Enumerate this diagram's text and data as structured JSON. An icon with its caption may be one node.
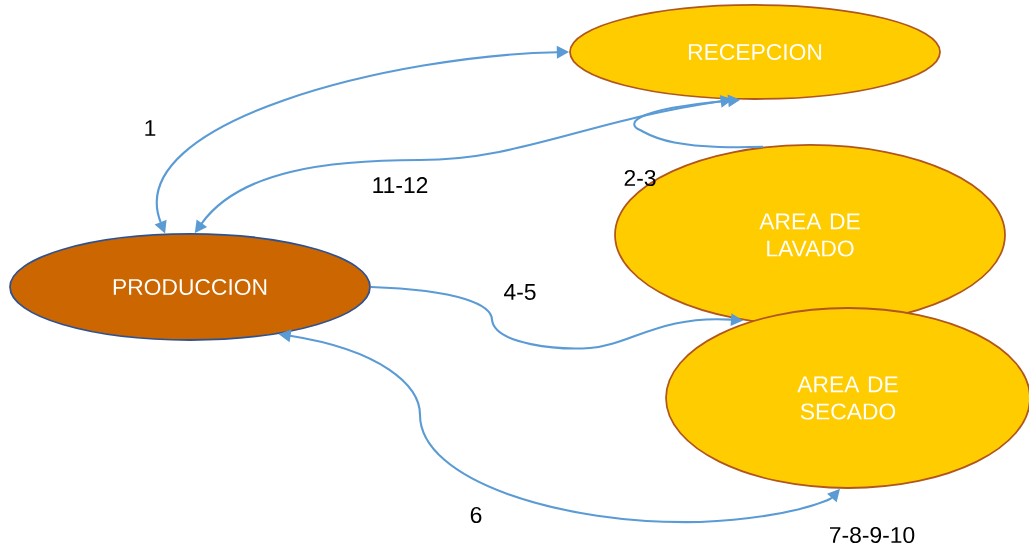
{
  "diagram": {
    "nodes": [
      {
        "text": [
          "RECEPCION"
        ]
      },
      {
        "text": [
          "AREA DE LAVADO"
        ]
      },
      {
        "text": [
          "PRODUCCION"
        ]
      },
      {
        "text": [
          "AREA DE SECADO"
        ]
      }
    ],
    "edges": [
      {
        "from": 2,
        "to": 0,
        "arrow": "both",
        "label": "1"
      },
      {
        "from": 2,
        "to": 0,
        "arrow": "both",
        "label": "11-12"
      },
      {
        "from": 1,
        "to": 0,
        "arrow": "to",
        "label": "2-3"
      },
      {
        "from": 2,
        "to": 1,
        "arrow": "to",
        "label": "4-5"
      },
      {
        "from": 2,
        "to": 3,
        "arrow": "both",
        "label": "6"
      }
    ],
    "labels": [
      "7-8-9-10"
    ]
  }
}
